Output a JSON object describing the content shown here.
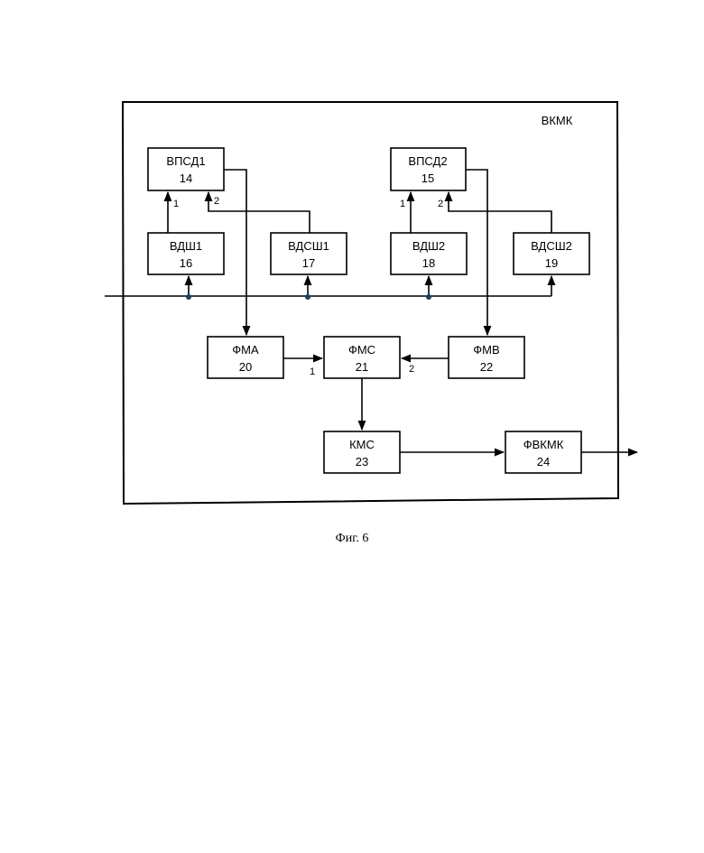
{
  "diagram": {
    "container_label": "ВКМК",
    "blocks": [
      {
        "id": "vpsd1",
        "name": "ВПСД1",
        "num": "14"
      },
      {
        "id": "vpsd2",
        "name": "ВПСД2",
        "num": "15"
      },
      {
        "id": "vdsh1",
        "name": "ВДШ1",
        "num": "16"
      },
      {
        "id": "vdssh1",
        "name": "ВДСШ1",
        "num": "17"
      },
      {
        "id": "vdsh2",
        "name": "ВДШ2",
        "num": "18"
      },
      {
        "id": "vdssh2",
        "name": "ВДСШ2",
        "num": "19"
      },
      {
        "id": "fma",
        "name": "ФМА",
        "num": "20"
      },
      {
        "id": "fms",
        "name": "ФМС",
        "num": "21"
      },
      {
        "id": "fmv",
        "name": "ФМВ",
        "num": "22"
      },
      {
        "id": "kms",
        "name": "КМС",
        "num": "23"
      },
      {
        "id": "fvkmk",
        "name": "ФВКМК",
        "num": "24"
      }
    ],
    "port_labels": {
      "one": "1",
      "two": "2"
    }
  },
  "caption": "Фиг. 6"
}
